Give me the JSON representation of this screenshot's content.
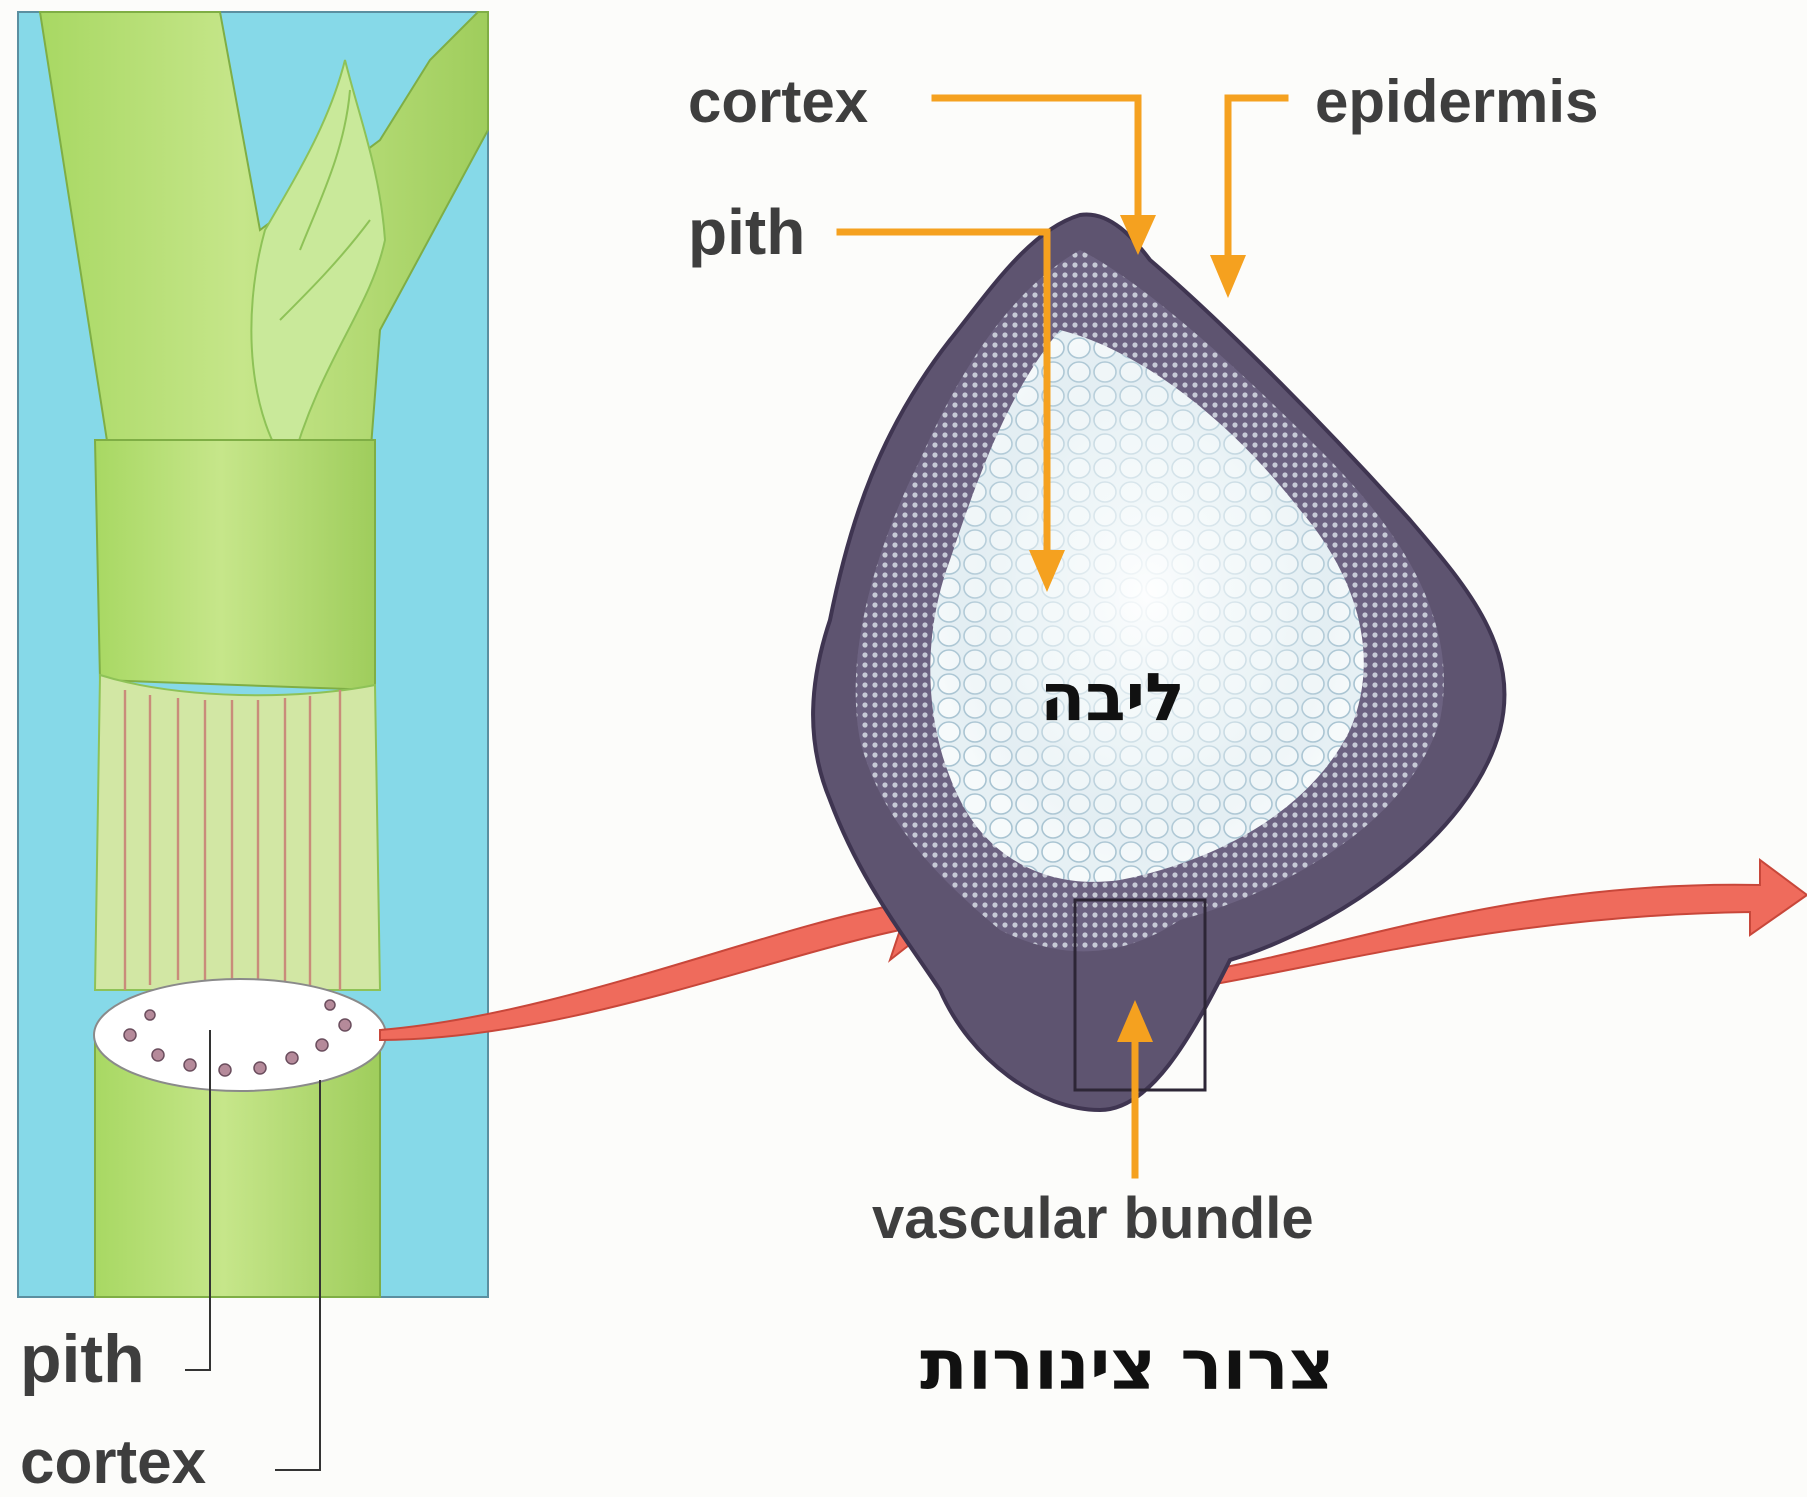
{
  "stem_panel": {
    "pith_label": "pith",
    "cortex_label": "cortex"
  },
  "cross_section": {
    "cortex_label": "cortex",
    "epidermis_label": "epidermis",
    "pith_label": "pith",
    "vascular_bundle_label": "vascular bundle",
    "pith_hebrew": "ליבה",
    "vascular_bundle_hebrew": "צרור צינורות"
  },
  "colors": {
    "callout_orange": "#f5a11f",
    "link_arrow_red": "#ef6b5c",
    "stem_green": "#b9df72",
    "background_cyan": "#86d9e8",
    "section_purple": "#5e5470"
  }
}
